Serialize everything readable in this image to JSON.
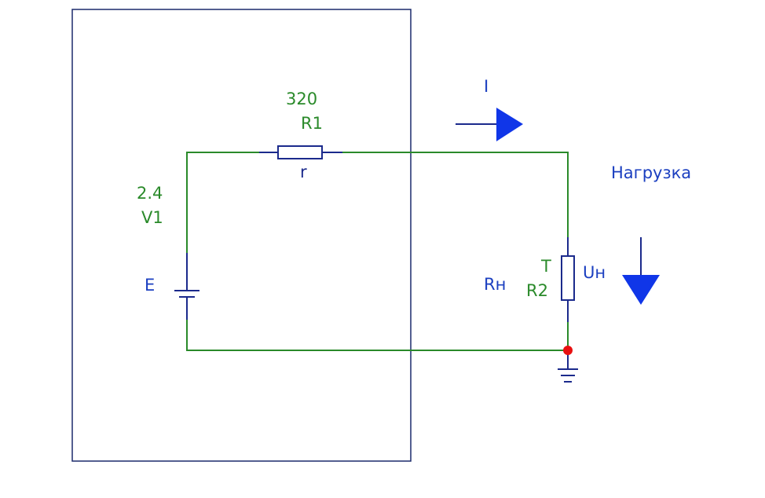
{
  "colors": {
    "wire": "#2a8a2a",
    "component": "#1b2a8c",
    "label_green": "#2a8a2a",
    "label_blue": "#1b3fc0",
    "arrow": "#1036e8",
    "node": "#e81010",
    "frame": "#1b2a6c"
  },
  "components": {
    "r1": {
      "value": "320",
      "ref": "R1",
      "name": "r"
    },
    "v1": {
      "value": "2.4",
      "ref": "V1",
      "name": "E"
    },
    "r2": {
      "type": "T",
      "ref": "R2",
      "name": "Rн"
    }
  },
  "annotations": {
    "current": "I",
    "load": "Нагрузка",
    "load_voltage": "Uн"
  }
}
